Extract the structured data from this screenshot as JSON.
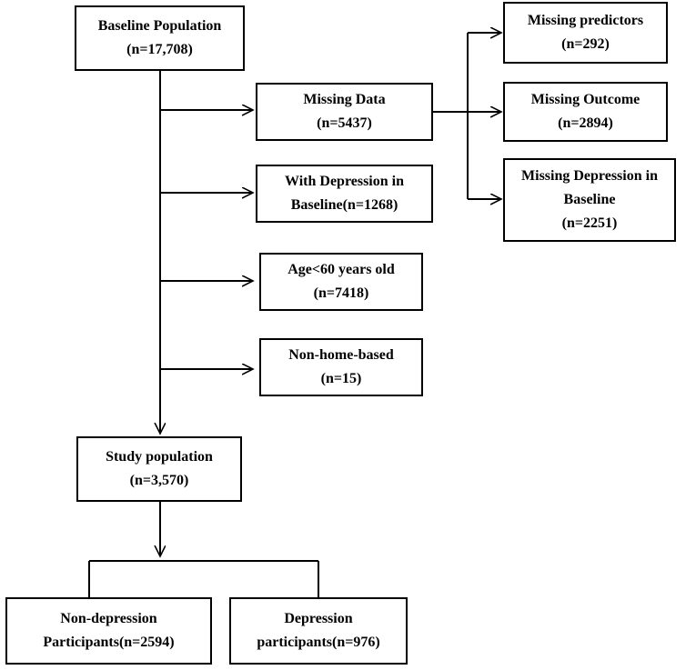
{
  "boxes": {
    "baseline": {
      "line1": "Baseline Population",
      "line2": "(n=17,708)"
    },
    "missing_data": {
      "line1": "Missing Data",
      "line2": "(n=5437)"
    },
    "depression_baseline": {
      "line1": "With Depression in",
      "line2": "Baseline(n=1268)"
    },
    "age": {
      "line1": "Age<60 years old",
      "line2": "(n=7418)"
    },
    "non_home": {
      "line1": "Non-home-based",
      "line2": "(n=15)"
    },
    "missing_predictors": {
      "line1": "Missing predictors",
      "line2": "(n=292)"
    },
    "missing_outcome": {
      "line1": "Missing Outcome",
      "line2": "(n=2894)"
    },
    "missing_depression": {
      "line1": "Missing Depression in",
      "line2": "Baseline",
      "line3": "(n=2251)"
    },
    "study": {
      "line1": "Study population",
      "line2": "(n=3,570)"
    },
    "non_depression": {
      "line1": "Non-depression",
      "line2": "Participants(n=2594)"
    },
    "depression": {
      "line1": "Depression",
      "line2": "participants(n=976)"
    }
  },
  "colors": {
    "stroke": "#000000",
    "background": "#ffffff"
  }
}
